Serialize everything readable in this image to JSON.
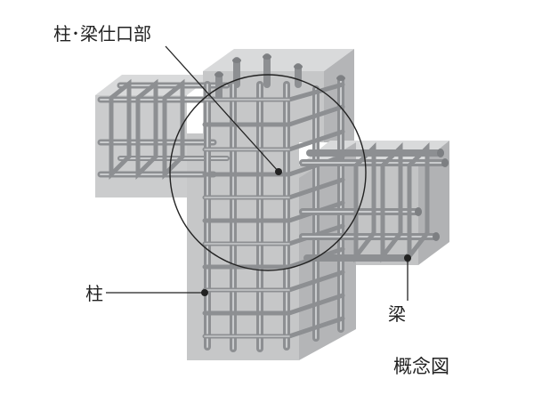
{
  "labels": {
    "joint": "柱･梁仕口部",
    "column": "柱",
    "beam": "梁",
    "caption": "概念図"
  },
  "colors": {
    "concrete_front": "#c8c9ca",
    "concrete_side": "#b3b4b6",
    "concrete_top": "#d6d7d8",
    "rebar": "#8d8f92",
    "rebar_highlight": "#c4c6c8",
    "leader": "#222222"
  }
}
